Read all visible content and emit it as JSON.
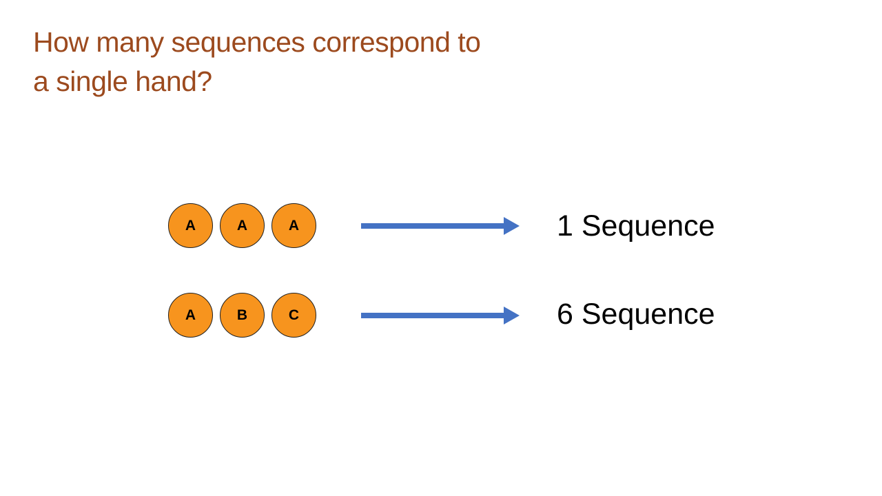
{
  "slide": {
    "title_lines": [
      "How many sequences correspond to",
      "a single hand?"
    ]
  },
  "rows": [
    {
      "chips": [
        "A",
        "A",
        "A"
      ],
      "result_label": "1 Sequence"
    },
    {
      "chips": [
        "A",
        "B",
        "C"
      ],
      "result_label": "6 Sequence"
    }
  ],
  "icons": {
    "arrow_1": "right-arrow-icon",
    "arrow_2": "right-arrow-icon"
  },
  "colors": {
    "background": "#FFFFFF",
    "title": "#9C4A1E",
    "chip_fill": "#F7941E",
    "chip_border": "#1F1F1F",
    "arrow": "#4472C4",
    "label_text": "#000000"
  }
}
